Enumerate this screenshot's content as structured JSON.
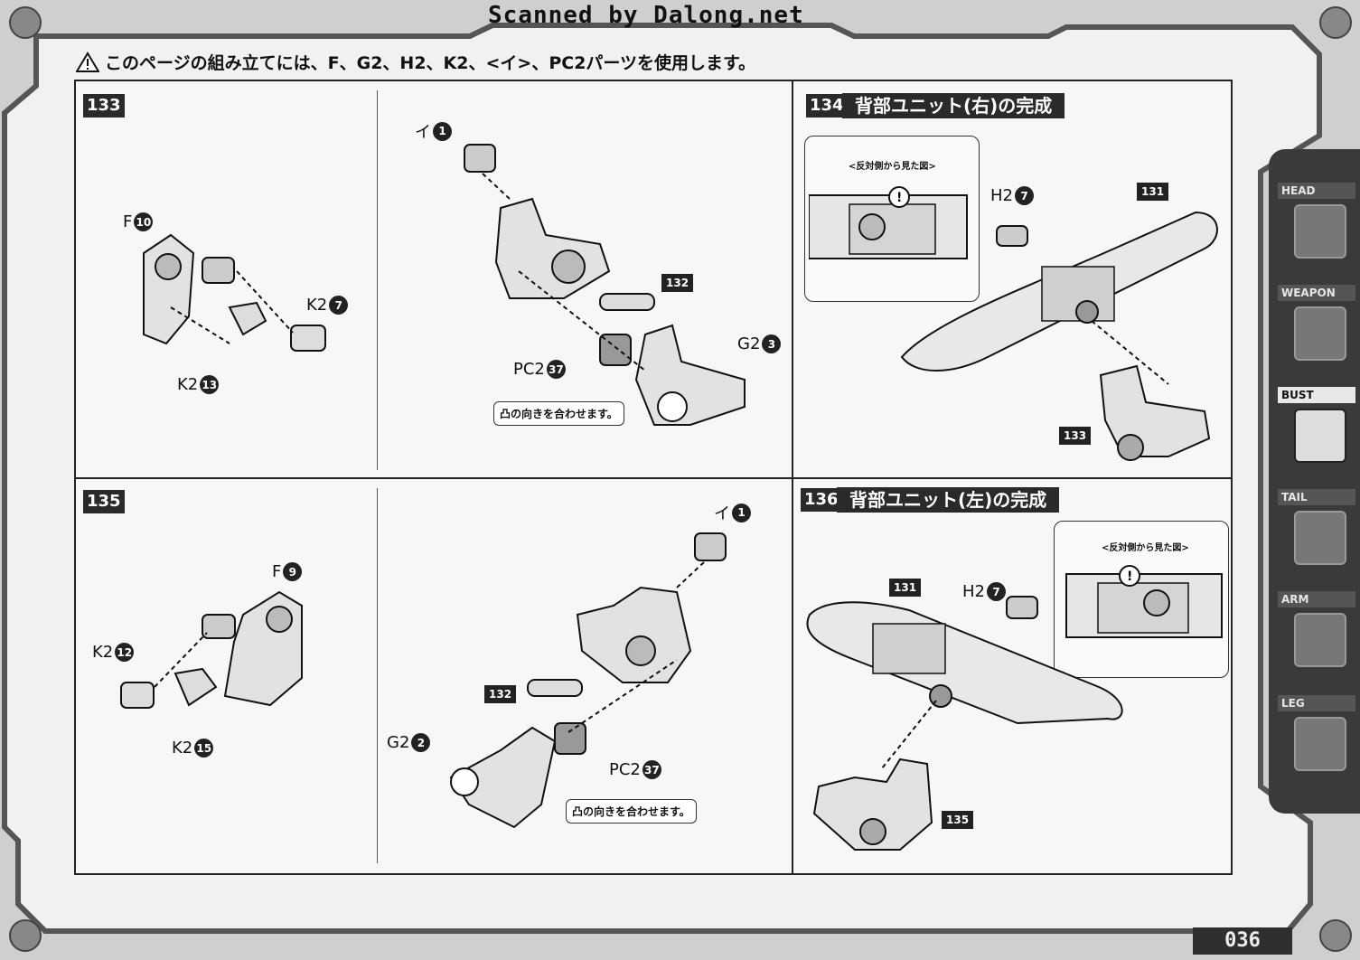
{
  "scanner_credit": "Scanned by Dalong.net",
  "warning": "このページの組み立てには、F、G2、H2、K2、<イ>、PC2パーツを使用します。",
  "steps": {
    "s133": {
      "number": "133",
      "labels": {
        "F": {
          "part": "F",
          "num": "10"
        },
        "K2a": {
          "part": "K2",
          "num": "7"
        },
        "K2b": {
          "part": "K2",
          "num": "13"
        },
        "I": {
          "part": "イ",
          "num": "1"
        },
        "G2": {
          "part": "G2",
          "num": "3"
        },
        "PC2": {
          "part": "PC2",
          "num": "37"
        }
      },
      "ref": "132",
      "note": "凸の向きを合わせます。"
    },
    "s134": {
      "number": "134",
      "title": "背部ユニット(右)の完成",
      "inset_caption": "<反対側から見た図>",
      "H2": {
        "part": "H2",
        "num": "7"
      },
      "ref_a": "131",
      "ref_b": "133"
    },
    "s135": {
      "number": "135",
      "labels": {
        "F": {
          "part": "F",
          "num": "9"
        },
        "K2a": {
          "part": "K2",
          "num": "12"
        },
        "K2b": {
          "part": "K2",
          "num": "15"
        },
        "I": {
          "part": "イ",
          "num": "1"
        },
        "G2": {
          "part": "G2",
          "num": "2"
        },
        "PC2": {
          "part": "PC2",
          "num": "37"
        }
      },
      "ref": "132",
      "note": "凸の向きを合わせます。"
    },
    "s136": {
      "number": "136",
      "title": "背部ユニット(左)の完成",
      "inset_caption": "<反対側から見た図>",
      "H2": {
        "part": "H2",
        "num": "7"
      },
      "ref_a": "131",
      "ref_b": "135"
    }
  },
  "side_tabs": [
    {
      "label": "HEAD",
      "active": false
    },
    {
      "label": "WEAPON",
      "active": false
    },
    {
      "label": "BUST",
      "active": true
    },
    {
      "label": "TAIL",
      "active": false
    },
    {
      "label": "ARM",
      "active": false
    },
    {
      "label": "LEG",
      "active": false
    }
  ],
  "page_number": "036"
}
